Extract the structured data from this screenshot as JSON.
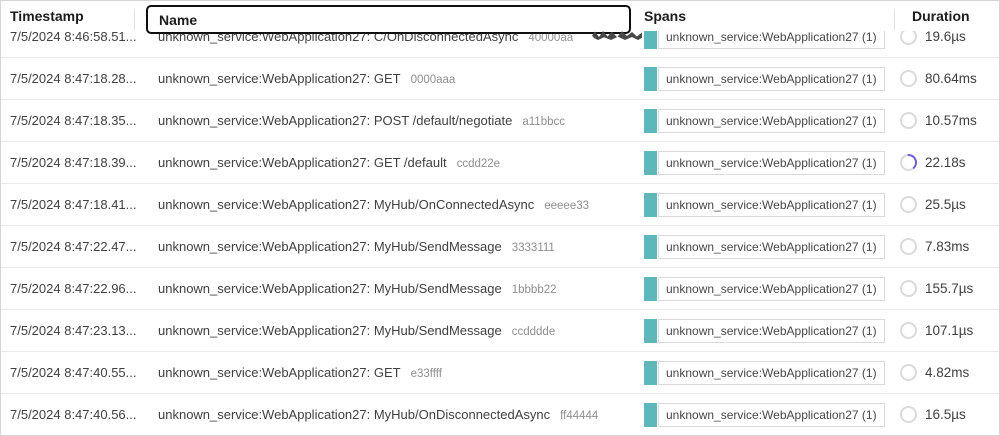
{
  "header": {
    "columns": [
      "Timestamp",
      "Name",
      "Spans",
      "Duration"
    ]
  },
  "rows": [
    {
      "timestamp": "7/5/2024 8:46:58.51...",
      "name": "unknown_service:WebApplication27: C/OnDisconnectedAsync",
      "trace_id": "40000aa",
      "span_label": "unknown_service:WebApplication27 (1)",
      "duration": "19.6µs",
      "in_progress": false
    },
    {
      "timestamp": "7/5/2024 8:47:18.28...",
      "name": "unknown_service:WebApplication27: GET",
      "trace_id": "0000aaa",
      "span_label": "unknown_service:WebApplication27 (1)",
      "duration": "80.64ms",
      "in_progress": false
    },
    {
      "timestamp": "7/5/2024 8:47:18.35...",
      "name": "unknown_service:WebApplication27: POST /default/negotiate",
      "trace_id": "a11bbcc",
      "span_label": "unknown_service:WebApplication27 (1)",
      "duration": "10.57ms",
      "in_progress": false
    },
    {
      "timestamp": "7/5/2024 8:47:18.39...",
      "name": "unknown_service:WebApplication27: GET /default",
      "trace_id": "ccdd22e",
      "span_label": "unknown_service:WebApplication27 (1)",
      "duration": "22.18s",
      "in_progress": true
    },
    {
      "timestamp": "7/5/2024 8:47:18.41...",
      "name": "unknown_service:WebApplication27: MyHub/OnConnectedAsync",
      "trace_id": "eeeee33",
      "span_label": "unknown_service:WebApplication27 (1)",
      "duration": "25.5µs",
      "in_progress": false
    },
    {
      "timestamp": "7/5/2024 8:47:22.47...",
      "name": "unknown_service:WebApplication27: MyHub/SendMessage",
      "trace_id": "3333111",
      "span_label": "unknown_service:WebApplication27 (1)",
      "duration": "7.83ms",
      "in_progress": false
    },
    {
      "timestamp": "7/5/2024 8:47:22.96...",
      "name": "unknown_service:WebApplication27: MyHub/SendMessage",
      "trace_id": "1bbbb22",
      "span_label": "unknown_service:WebApplication27 (1)",
      "duration": "155.7µs",
      "in_progress": false
    },
    {
      "timestamp": "7/5/2024 8:47:23.13...",
      "name": "unknown_service:WebApplication27: MyHub/SendMessage",
      "trace_id": "ccdddde",
      "span_label": "unknown_service:WebApplication27 (1)",
      "duration": "107.1µs",
      "in_progress": false
    },
    {
      "timestamp": "7/5/2024 8:47:40.55...",
      "name": "unknown_service:WebApplication27: GET",
      "trace_id": "e33ffff",
      "span_label": "unknown_service:WebApplication27 (1)",
      "duration": "4.82ms",
      "in_progress": false
    },
    {
      "timestamp": "7/5/2024 8:47:40.56...",
      "name": "unknown_service:WebApplication27: MyHub/OnDisconnectedAsync",
      "trace_id": "ff44444",
      "span_label": "unknown_service:WebApplication27 (1)",
      "duration": "16.5µs",
      "in_progress": false
    }
  ],
  "colors": {
    "resource_teal": "#5CB8BA",
    "progress_arc": "#6E5AE8",
    "ring_gray": "#dbdbdb"
  }
}
